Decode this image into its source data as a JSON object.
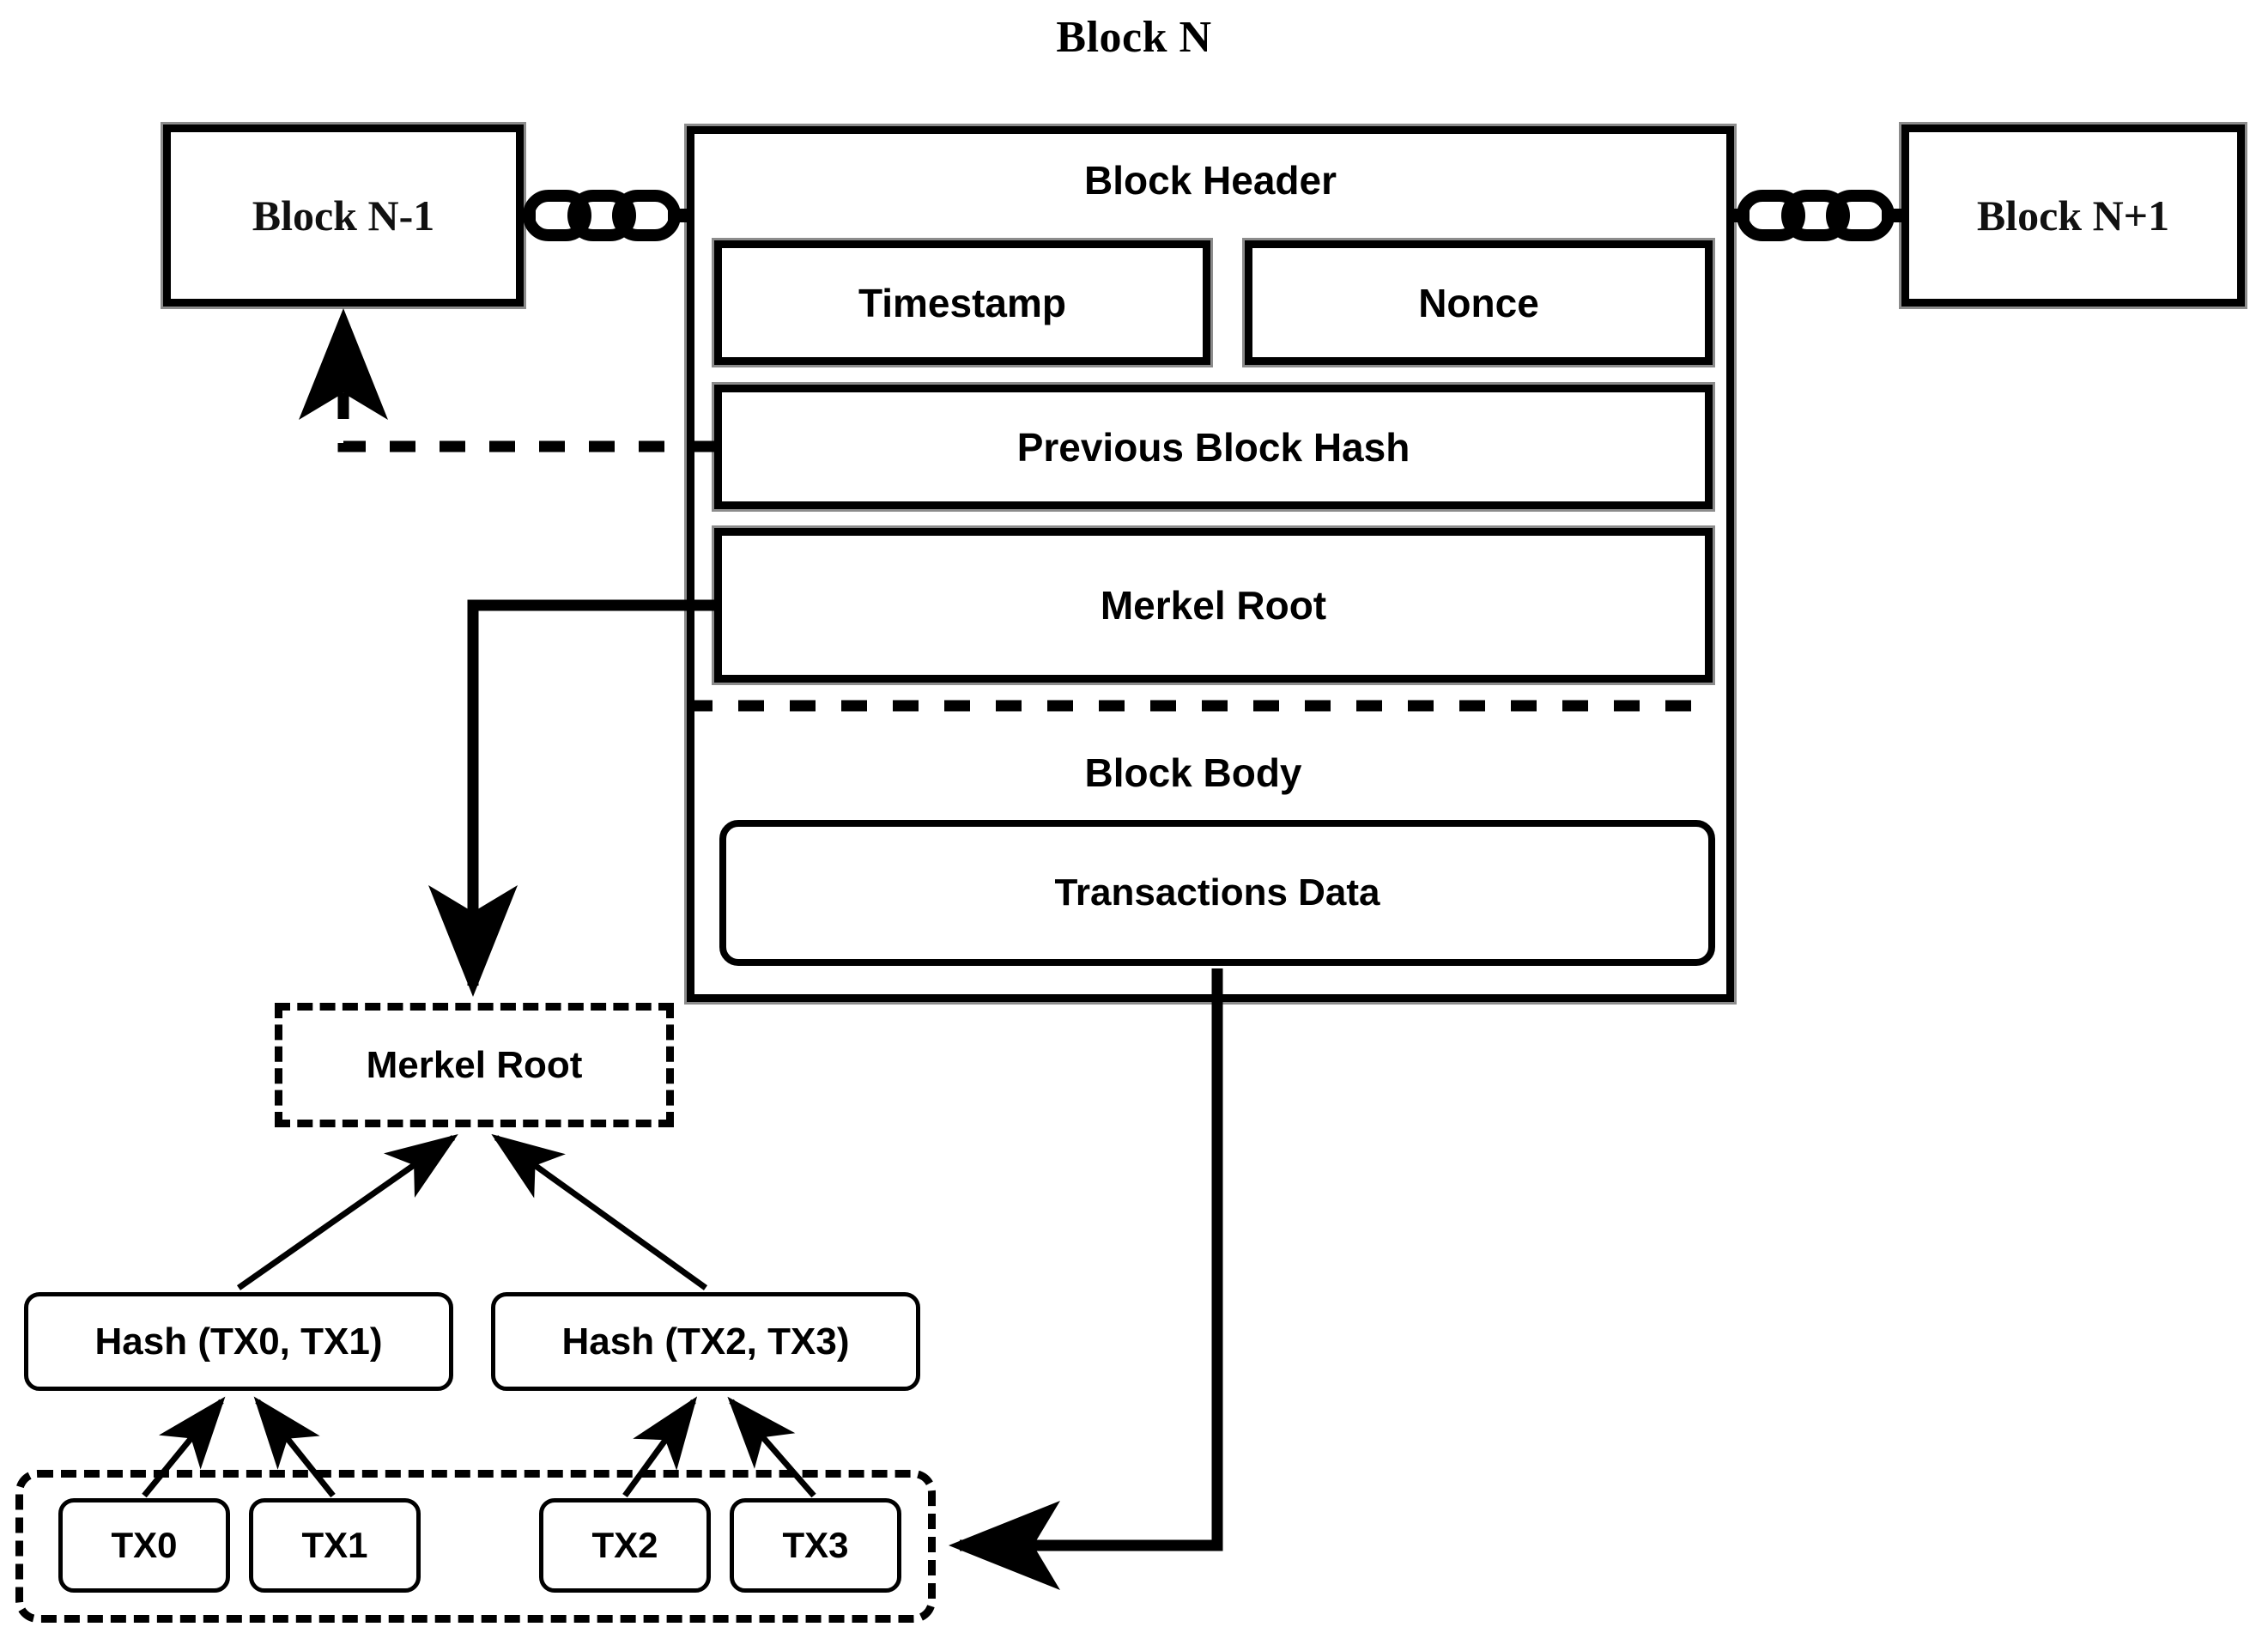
{
  "title": "Block N",
  "neighbors": {
    "previous": {
      "label": "Block N-1"
    },
    "next": {
      "label": "Block N+1"
    }
  },
  "block_n": {
    "header": {
      "caption": "Block Header",
      "fields": [
        {
          "name": "timestamp",
          "label": "Timestamp"
        },
        {
          "name": "nonce",
          "label": "Nonce"
        },
        {
          "name": "previous-block-hash",
          "label": "Previous Block Hash"
        },
        {
          "name": "merkel-root",
          "label": "Merkel Root"
        }
      ]
    },
    "body": {
      "caption": "Block Body",
      "transactions_box": {
        "label": "Transactions Data"
      }
    }
  },
  "merkle_tree": {
    "root": {
      "label": "Merkel Root"
    },
    "hash_nodes": [
      {
        "label": "Hash (TX0, TX1)"
      },
      {
        "label": "Hash (TX2, TX3)"
      }
    ],
    "transactions": [
      {
        "label": "TX0"
      },
      {
        "label": "TX1"
      },
      {
        "label": "TX2"
      },
      {
        "label": "TX3"
      }
    ]
  },
  "icons": {
    "chain_left": "chain-link-icon",
    "chain_right": "chain-link-icon"
  },
  "colors": {
    "stroke": "#000000",
    "frame_shadow": "#8c8c8c",
    "background": "#ffffff"
  }
}
